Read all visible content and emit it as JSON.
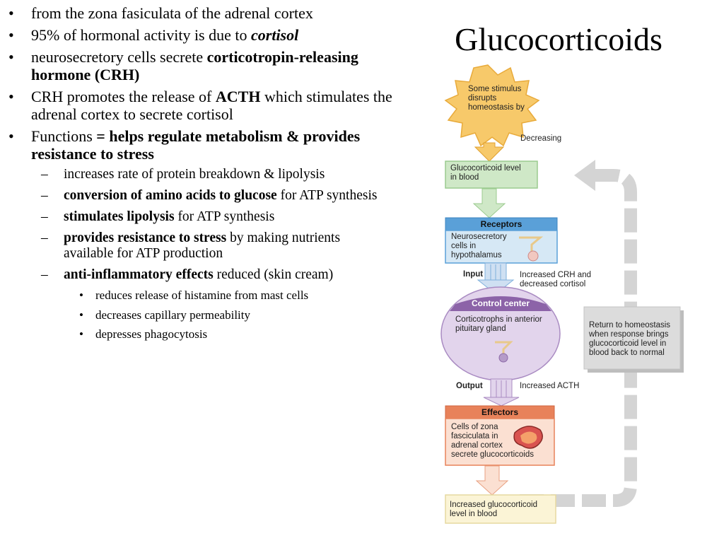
{
  "slide": {
    "title": "Glucocorticoids",
    "bullets": [
      {
        "type": "plain",
        "text": "from the zona fasiculata of the adrenal cortex"
      },
      {
        "type": "cortisol",
        "before": "95% of hormonal activity is due to ",
        "em": "cortisol"
      },
      {
        "type": "crh",
        "before": "neurosecretory cells secrete ",
        "bold": "corticotropin-releasing hormone (CRH)"
      },
      {
        "type": "acth",
        "before": "CRH promotes the release of ",
        "bold": "ACTH",
        "after": " which stimulates the adrenal cortex to secrete cortisol"
      },
      {
        "type": "functions",
        "before": "Functions ",
        "bold": "= helps regulate metabolism & provides resistance to stress"
      }
    ],
    "sub_bullets": [
      {
        "bold": "",
        "text": "increases rate of protein breakdown & lipolysis"
      },
      {
        "bold": "conversion of amino acids to glucose",
        "text": " for ATP synthesis"
      },
      {
        "bold": "stimulates lipolysis",
        "text": " for ATP synthesis"
      },
      {
        "bold": "provides resistance to stress",
        "text": " by making nutrients available for ATP production"
      },
      {
        "bold": "anti-inflammatory effects",
        "text": " reduced (skin cream)"
      }
    ],
    "sub_sub_bullets": [
      "reduces release of histamine from mast cells",
      "decreases capillary permeability",
      "depresses phagocytosis"
    ],
    "markers": {
      "level1": "•",
      "level2": "–",
      "level3": "•"
    }
  },
  "diagram": {
    "stimulus": "Some stimulus\ndisrupts\nhomeostasis by",
    "decreasing": "Decreasing",
    "controlled_condition": "Glucocorticoid level\nin blood",
    "receptors_header": "Receptors",
    "receptors_text": "Neurosecretory\ncells in\nhypothalamus",
    "input_label": "Input",
    "input_text": "Increased CRH and\ndecreased cortisol",
    "control_header": "Control center",
    "control_text": "Corticotrophs in anterior\npituitary gland",
    "output_label": "Output",
    "output_text": "Increased ACTH",
    "effectors_header": "Effectors",
    "effectors_text": "Cells of zona\nfasciculata in\nadrenal cortex\nsecrete glucocorticoids",
    "response": "Increased glucocorticoid\nlevel in blood",
    "return_text": "Return to homeostasis\nwhen response brings\nglucocorticoid level in\nblood back to normal",
    "colors": {
      "stimulus": "#f7c96a",
      "controlled": "#cfe8c7",
      "receptors_header": "#5aa0d8",
      "receptors_body": "#d6e8f5",
      "control_header": "#8c63a8",
      "control_body": "#e2d4ec",
      "effectors_header": "#e8825a",
      "effectors_body": "#fbe0d2",
      "response": "#fbf4d6",
      "return_arrow": "#d4d4d4",
      "return_box": "#dcdcdc"
    }
  }
}
